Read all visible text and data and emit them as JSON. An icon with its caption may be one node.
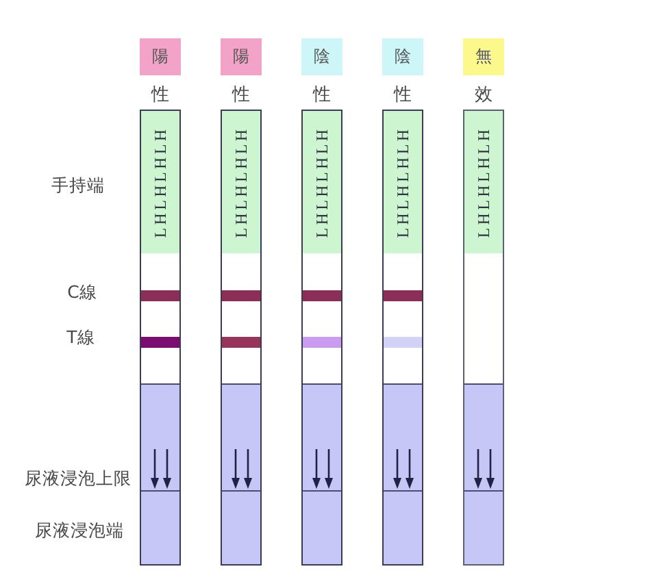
{
  "diagram": {
    "nodes": [
      {
        "text": [
          "陽"
        ],
        "beside": [
          "性"
        ]
      },
      {
        "text": [
          "陽"
        ],
        "beside": [
          "性"
        ]
      },
      {
        "text": [
          "陰"
        ],
        "beside": [
          "性"
        ]
      },
      {
        "text": [
          "陰"
        ],
        "beside": [
          "性"
        ]
      },
      {
        "text": [
          "無"
        ],
        "beside": [
          "效"
        ]
      },
      {
        "text": [],
        "shape": "bar"
      },
      {
        "text": [],
        "shape": "bar"
      },
      {
        "text": [],
        "shape": "bar"
      },
      {
        "text": [],
        "shape": "bar"
      },
      {
        "text": [],
        "shape": "bar"
      },
      {
        "text": [
          "LHLHLHLH"
        ],
        "in": 5
      },
      {
        "text": [
          "LHLHLHLH"
        ],
        "in": 6
      },
      {
        "text": [
          "LHLHLHLH"
        ],
        "in": 7
      },
      {
        "text": [
          "LHLHLHLH"
        ],
        "in": 8
      },
      {
        "text": [
          "LHLHLHLH"
        ],
        "in": 9
      }
    ],
    "labels": [
      "手持端",
      "C線",
      "T線",
      "尿液浸泡上限",
      "尿液浸泡端"
    ]
  }
}
